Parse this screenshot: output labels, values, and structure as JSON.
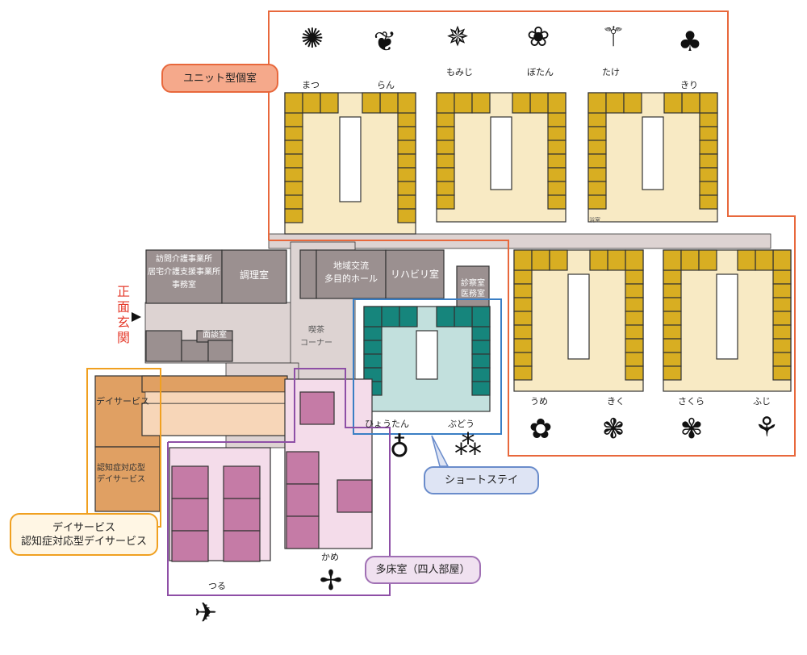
{
  "callouts": {
    "unit": "ユニット型個室",
    "short_stay": "ショートステイ",
    "multi_bed": "多床室（四人部屋）",
    "day_service_1": "デイサービス",
    "day_service_2": "認知症対応型デイサービス"
  },
  "entrance": "正面玄関",
  "units": {
    "matsu": "まつ",
    "ran": "らん",
    "momiji": "もみじ",
    "botan": "ぼたん",
    "take": "たけ",
    "kiri": "きり",
    "ume": "うめ",
    "kiku": "きく",
    "sakura": "さくら",
    "fuji": "ふじ",
    "hyoutan": "ひょうたん",
    "budou": "ぶどう",
    "tsuru": "つる",
    "kame": "かめ"
  },
  "rooms": {
    "office_1": "訪問介護事業所",
    "office_2": "居宅介護支援事業所",
    "office_3": "事務室",
    "kitchen": "調理室",
    "hall_1": "地域交流",
    "hall_2": "多目的ホール",
    "rehab": "リハビリ室",
    "clinic_1": "診察室",
    "clinic_2": "医務室",
    "interview": "面談室",
    "cafe_1": "喫茶",
    "cafe_2": "コーナー",
    "day_service": "デイサービス",
    "dementia_day_1": "認知症対応型",
    "dementia_day_2": "デイサービス",
    "bath": "浴室"
  },
  "colors": {
    "unit_orange": "#e8683c",
    "short_blue": "#3a7ec4",
    "multi_purple": "#8e4fa6",
    "day_orange": "#f0a020",
    "yellow_room": "#d8ae22",
    "yellow_floor": "#f8eac4",
    "teal_room": "#16857c",
    "teal_floor": "#c2e0dd",
    "pink_room": "#c57ba6",
    "pink_floor": "#f4dcea",
    "day_room": "#e0a063",
    "day_floor": "#f7d6b8",
    "admin": "#9b9090",
    "corridor": "#ddd3d2"
  }
}
